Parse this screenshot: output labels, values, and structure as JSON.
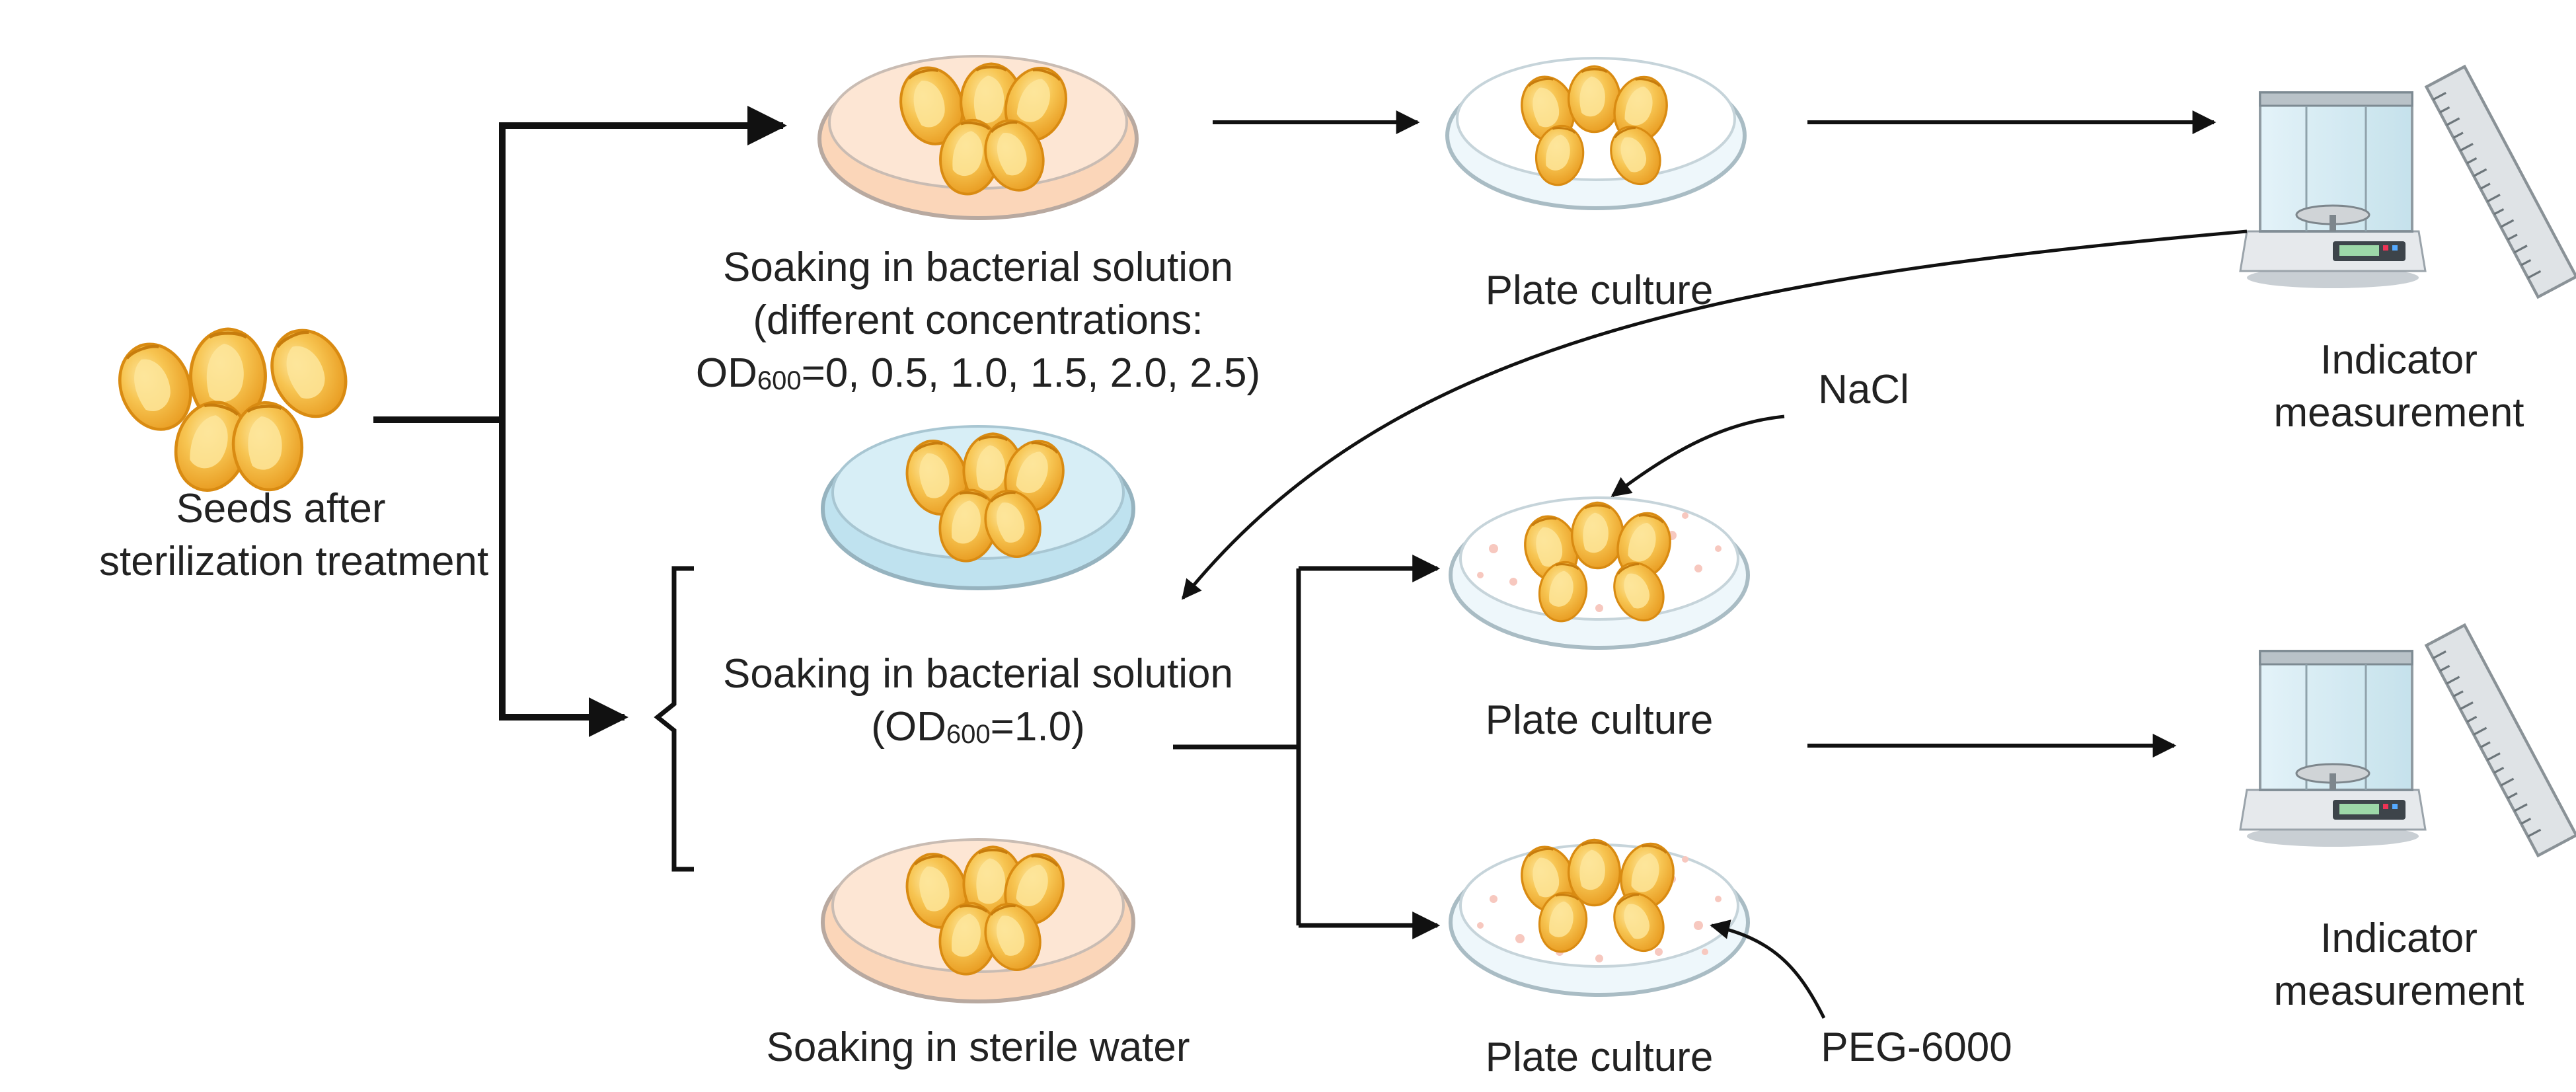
{
  "diagram": {
    "seeds_label_line1": "Seeds after",
    "seeds_label_line2": "sterilization treatment",
    "top_soak_line1": "Soaking in bacterial solution",
    "top_soak_line2": "(different concentrations:",
    "top_soak_od_prefix": "OD",
    "top_soak_od_sub": "600",
    "top_soak_od_values": "=0, 0.5, 1.0, 1.5, 2.0, 2.5)",
    "plate_culture_top": "Plate culture",
    "indicator_top_line1": "Indicator",
    "indicator_top_line2": "measurement",
    "nacl_label": "NaCl",
    "mid_soak_line1": "Soaking in bacterial solution",
    "mid_soak_od_open": "(OD",
    "mid_soak_od_sub": "600",
    "mid_soak_od_value": "=1.0)",
    "plate_culture_mid": "Plate culture",
    "water_soak_label": "Soaking in sterile water",
    "plate_culture_bottom": "Plate culture",
    "peg_label": "PEG-6000",
    "indicator_bottom_line1": "Indicator",
    "indicator_bottom_line2": "measurement"
  },
  "colors": {
    "seed": "#f2b233",
    "seed_light": "#fbd46b",
    "dish_orange": "#fde1cc",
    "dish_blue": "#cfe8f2",
    "dish_white": "#f1f8fb",
    "particle": "#f7c8bf",
    "arrow": "#111111"
  }
}
